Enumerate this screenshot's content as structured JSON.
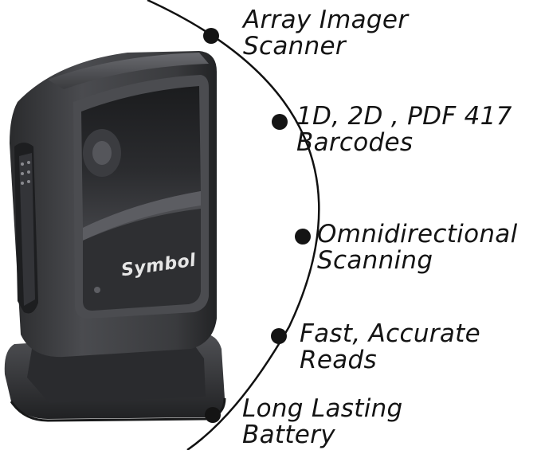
{
  "features": [
    {
      "line1": "Array Imager",
      "line2": "Scanner"
    },
    {
      "line1": "1D, 2D , PDF 417",
      "line2": "Barcodes"
    },
    {
      "line1": "Omnidirectional",
      "line2": "Scanning"
    },
    {
      "line1": "Fast, Accurate",
      "line2": "Reads"
    },
    {
      "line1": "Long Lasting",
      "line2": "Battery"
    }
  ],
  "product": {
    "brand_logo_text": "Symbol"
  },
  "colors": {
    "text": "#141414",
    "arc": "#111111",
    "device_body": "#3a3b3e",
    "background": "#ffffff"
  }
}
